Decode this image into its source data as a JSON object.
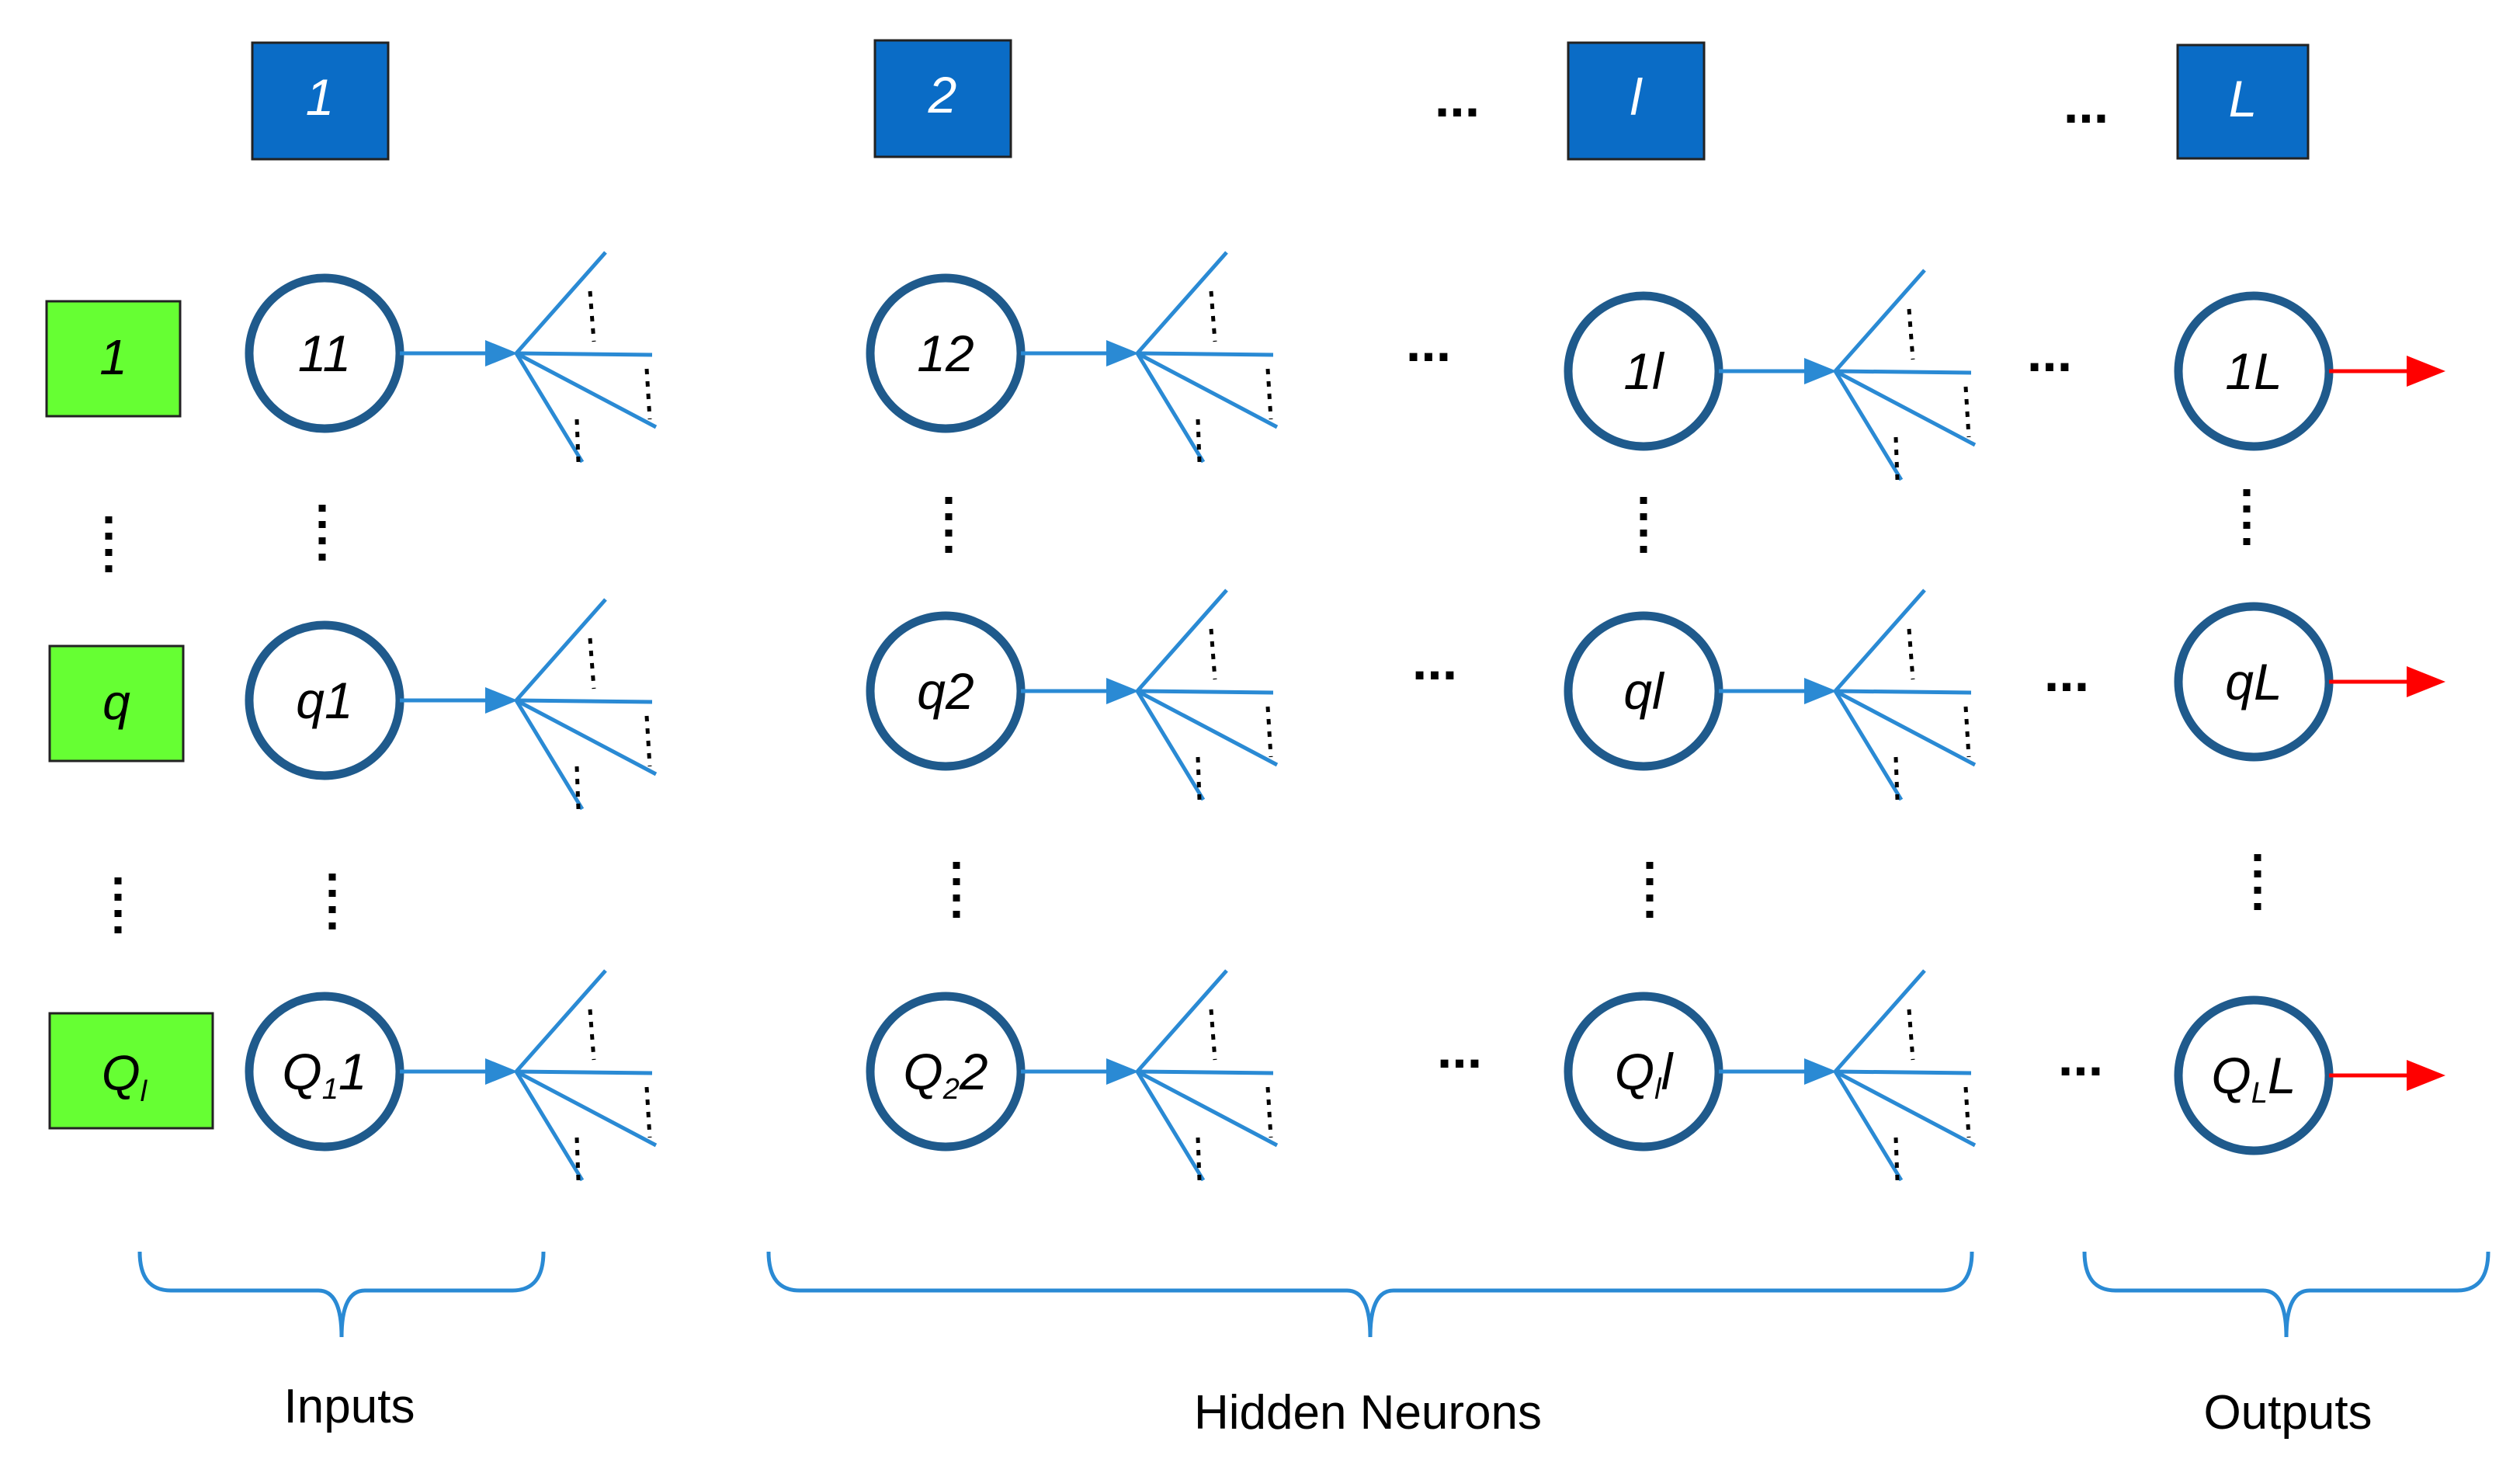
{
  "layers": [
    {
      "label": "1"
    },
    {
      "label": "2"
    },
    {
      "label": "l"
    },
    {
      "label": "L"
    }
  ],
  "layer_ellipsis": "...",
  "inputs": [
    {
      "main": "1",
      "sub": ""
    },
    {
      "main": "q",
      "sub": ""
    },
    {
      "main": "Q",
      "sub": "l"
    }
  ],
  "neurons": [
    [
      {
        "pre": "11",
        "sub": "",
        "post": ""
      },
      {
        "pre": "12",
        "sub": "",
        "post": ""
      },
      {
        "pre": "1l",
        "sub": "",
        "post": ""
      },
      {
        "pre": "1L",
        "sub": "",
        "post": ""
      }
    ],
    [
      {
        "pre": "q1",
        "sub": "",
        "post": ""
      },
      {
        "pre": "q2",
        "sub": "",
        "post": ""
      },
      {
        "pre": "ql",
        "sub": "",
        "post": ""
      },
      {
        "pre": "qL",
        "sub": "",
        "post": ""
      }
    ],
    [
      {
        "pre": "Q",
        "sub": "1",
        "post": "1"
      },
      {
        "pre": "Q",
        "sub": "2",
        "post": "2"
      },
      {
        "pre": "Q",
        "sub": "l",
        "post": "l"
      },
      {
        "pre": "Q",
        "sub": "L",
        "post": "L"
      }
    ]
  ],
  "groups": {
    "inputs": "Inputs",
    "hidden": "Hidden Neurons",
    "outputs": "Outputs"
  },
  "colors": {
    "layer_box": "#0a6cc6",
    "input_box": "#66ff33",
    "neuron_stroke": "#1f5a8c",
    "connection": "#2a8ad4",
    "output_arrow": "#ff0000",
    "brace": "#2a8ad4",
    "text": "#000000",
    "layer_text": "#ffffff"
  }
}
